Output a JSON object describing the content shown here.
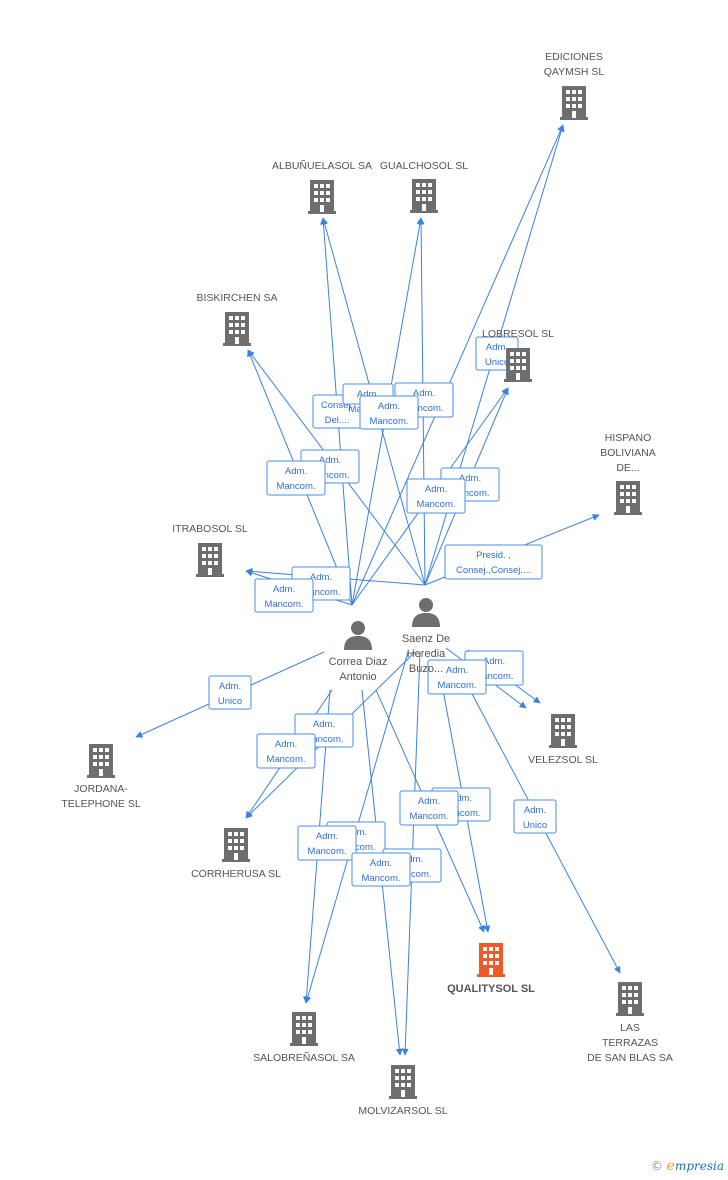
{
  "companies": [
    {
      "id": "ediciones",
      "lines": [
        "EDICIONES",
        "QAYMSH  SL"
      ],
      "color": "#6e6e6e",
      "highlight": false
    },
    {
      "id": "albunuelasol",
      "lines": [
        "ALBUÑUELASOL SA"
      ],
      "color": "#6e6e6e",
      "highlight": false
    },
    {
      "id": "gualchosol",
      "lines": [
        "GUALCHOSOL SL"
      ],
      "color": "#6e6e6e",
      "highlight": false
    },
    {
      "id": "biskirchen",
      "lines": [
        "BISKIRCHEN SA"
      ],
      "color": "#6e6e6e",
      "highlight": false
    },
    {
      "id": "lobresol",
      "lines": [
        "LOBRESOL SL"
      ],
      "color": "#6e6e6e",
      "highlight": false
    },
    {
      "id": "hispano",
      "lines": [
        "HISPANO",
        "BOLIVIANA",
        "DE..."
      ],
      "color": "#6e6e6e",
      "highlight": false
    },
    {
      "id": "itrabosol",
      "lines": [
        "ITRABOSOL SL"
      ],
      "color": "#6e6e6e",
      "highlight": false
    },
    {
      "id": "jordana",
      "lines": [
        "JORDANA-",
        "TELEPHONE SL"
      ],
      "color": "#6e6e6e",
      "highlight": false
    },
    {
      "id": "velezsol",
      "lines": [
        "VELEZSOL  SL"
      ],
      "color": "#6e6e6e",
      "highlight": false
    },
    {
      "id": "corrherusa",
      "lines": [
        "CORRHERUSA SL"
      ],
      "color": "#6e6e6e",
      "highlight": false
    },
    {
      "id": "qualitysol",
      "lines": [
        "QUALITYSOL SL"
      ],
      "color": "#f05a28",
      "highlight": true
    },
    {
      "id": "lasterrazas",
      "lines": [
        "LAS",
        "TERRAZAS",
        "DE SAN BLAS SA"
      ],
      "color": "#6e6e6e",
      "highlight": false
    },
    {
      "id": "salobrenasol",
      "lines": [
        "SALOBREÑASOL SA"
      ],
      "color": "#6e6e6e",
      "highlight": false
    },
    {
      "id": "molvizarsol",
      "lines": [
        "MOLVIZARSOL SL"
      ],
      "color": "#6e6e6e",
      "highlight": false
    }
  ],
  "persons": [
    {
      "id": "correa",
      "lines": [
        "Correa Diaz",
        "Antonio"
      ]
    },
    {
      "id": "saenz",
      "lines": [
        "Saenz De",
        "Heredia",
        "Buzo..."
      ]
    }
  ],
  "edge_labels": [
    {
      "id": "l-lobresol-unico",
      "lines": [
        "Adm.",
        "Unico"
      ]
    },
    {
      "id": "l-consej-1",
      "lines": [
        "Consej.",
        "Del...."
      ]
    },
    {
      "id": "l-adm-mancom-1",
      "lines": [
        "Adm.",
        "Mancom."
      ]
    },
    {
      "id": "l-adm-mancom-2",
      "lines": [
        "Adm.",
        "Mancom."
      ]
    },
    {
      "id": "l-adm-mancom-3",
      "lines": [
        "Adm.",
        "Mancom."
      ]
    },
    {
      "id": "l-adm-mancom-4",
      "lines": [
        "Adm.",
        "Mancom."
      ]
    },
    {
      "id": "l-adm-mancom-5",
      "lines": [
        "Adm.",
        "Mancom."
      ]
    },
    {
      "id": "l-presid",
      "lines": [
        "Presid. ,",
        "Consej.,Consej...."
      ]
    },
    {
      "id": "l-adm-mancom-6",
      "lines": [
        "Adm.",
        "Mancom."
      ]
    },
    {
      "id": "l-adm-mancom-7",
      "lines": [
        "Adm.",
        "Mancom."
      ]
    },
    {
      "id": "l-jordana-unico",
      "lines": [
        "Adm.",
        "Unico"
      ]
    },
    {
      "id": "l-adm-mancom-8",
      "lines": [
        "Adm.",
        "Mancom."
      ]
    },
    {
      "id": "l-adm-mancom-9",
      "lines": [
        "Adm.",
        "Mancom."
      ]
    },
    {
      "id": "l-adm-mancom-10",
      "lines": [
        "Adm.",
        "Mancom."
      ]
    },
    {
      "id": "l-terrazas-unico",
      "lines": [
        "Adm.",
        "Unico"
      ]
    },
    {
      "id": "l-adm-mancom-11",
      "lines": [
        "Adm.",
        "Mancom."
      ]
    },
    {
      "id": "l-adm-mancom-12",
      "lines": [
        "Adm.",
        "Mancom."
      ]
    },
    {
      "id": "l-adm-mancom-13",
      "lines": [
        "Adm.",
        "Mancom."
      ]
    },
    {
      "id": "l-adm-mancom-14",
      "lines": [
        "Adm.",
        "Mancom."
      ]
    },
    {
      "id": "l-adm-mancom-15",
      "lines": [
        "Adm.",
        "Mancom."
      ]
    },
    {
      "id": "l-adm-mancom-16",
      "lines": [
        "Adm.",
        "Mancom."
      ]
    },
    {
      "id": "l-adm-mancom-17",
      "lines": [
        "Adm.",
        "Mancom."
      ]
    },
    {
      "id": "l-adm-mancom-18",
      "lines": [
        "Adm.",
        "Mancom."
      ]
    },
    {
      "id": "l-adm-mancom-19",
      "lines": [
        "Adm.",
        "Mancom."
      ]
    },
    {
      "id": "l-adm-mancom-20",
      "lines": [
        "Adm.",
        "Mancom."
      ]
    },
    {
      "id": "l-adm-mancom-21",
      "lines": [
        "Adm.",
        "Mancom."
      ]
    }
  ],
  "brand": {
    "copyright": "©",
    "e": "e",
    "rest": "mpresia"
  },
  "colors": {
    "edge": "#3b82e0",
    "node": "#6e6e6e",
    "highlight": "#f05a28"
  }
}
